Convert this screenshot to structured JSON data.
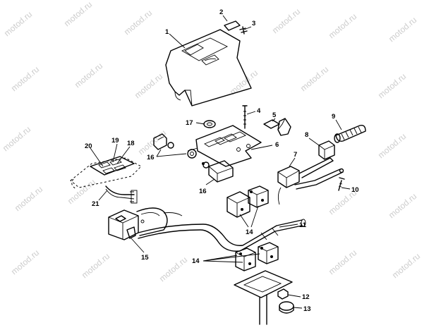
{
  "watermark": "motod.ru",
  "callouts": [
    "1",
    "2",
    "3",
    "4",
    "5",
    "6",
    "7",
    "8",
    "9",
    "10",
    "11",
    "12",
    "13",
    "14",
    "14",
    "15",
    "16",
    "16",
    "17",
    "18",
    "19",
    "20",
    "21"
  ]
}
